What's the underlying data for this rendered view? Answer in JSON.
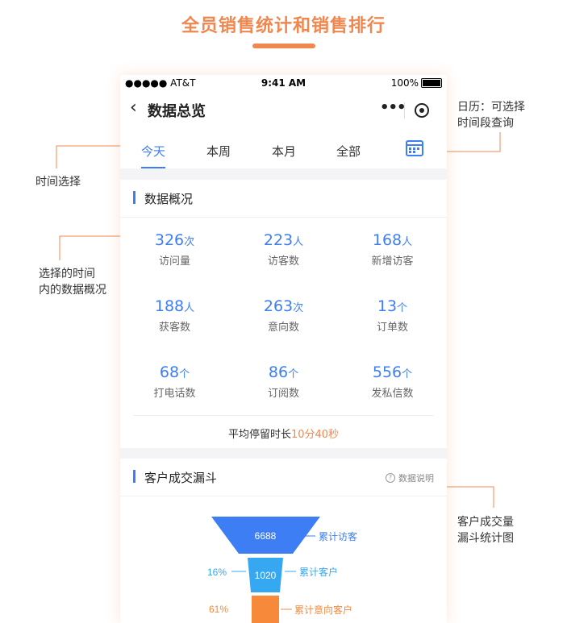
{
  "headline": "全员销售统计和销售排行",
  "status_bar": {
    "carrier": "●●●●● AT&T",
    "time": "9:41 AM",
    "battery": "100%"
  },
  "navbar": {
    "back": "‹",
    "title": "数据总览",
    "menu": "•••"
  },
  "tabs": [
    {
      "label": "今天",
      "active": true
    },
    {
      "label": "本周",
      "active": false
    },
    {
      "label": "本月",
      "active": false
    },
    {
      "label": "全部",
      "active": false
    }
  ],
  "overview": {
    "title": "数据概况",
    "stats": [
      {
        "value": "326",
        "unit": "次",
        "label": "访问量"
      },
      {
        "value": "223",
        "unit": "人",
        "label": "访客数"
      },
      {
        "value": "168",
        "unit": "人",
        "label": "新增访客"
      },
      {
        "value": "188",
        "unit": "人",
        "label": "获客数"
      },
      {
        "value": "263",
        "unit": "次",
        "label": "意向数"
      },
      {
        "value": "13",
        "unit": "个",
        "label": "订单数"
      },
      {
        "value": "68",
        "unit": "个",
        "label": "打电话数"
      },
      {
        "value": "86",
        "unit": "个",
        "label": "订阅数"
      },
      {
        "value": "556",
        "unit": "个",
        "label": "发私信数"
      }
    ],
    "stay_label": "平均停留时长",
    "stay_value": "10分40秒"
  },
  "funnel": {
    "title": "客户成交漏斗",
    "help": "数据说明",
    "help_icon": "?",
    "stages": [
      {
        "value": "6688",
        "label": "累计访客",
        "percent": "",
        "color": "#3d7ef5"
      },
      {
        "value": "1020",
        "label": "累计客户",
        "percent": "16%",
        "color": "#36a8f2"
      },
      {
        "value": "",
        "label": "累计意向客户",
        "percent": "61%",
        "color": "#f7893b"
      }
    ]
  },
  "annotations": {
    "time_select": "时间选择",
    "data_overview": [
      "选择的时间",
      "内的数据概况"
    ],
    "calendar": [
      "日历：可选择",
      "时间段查询"
    ],
    "funnel": [
      "客户成交量",
      "漏斗统计图"
    ]
  },
  "colors": {
    "accent": "#3d7ef5",
    "highlight": "#f0874f"
  }
}
